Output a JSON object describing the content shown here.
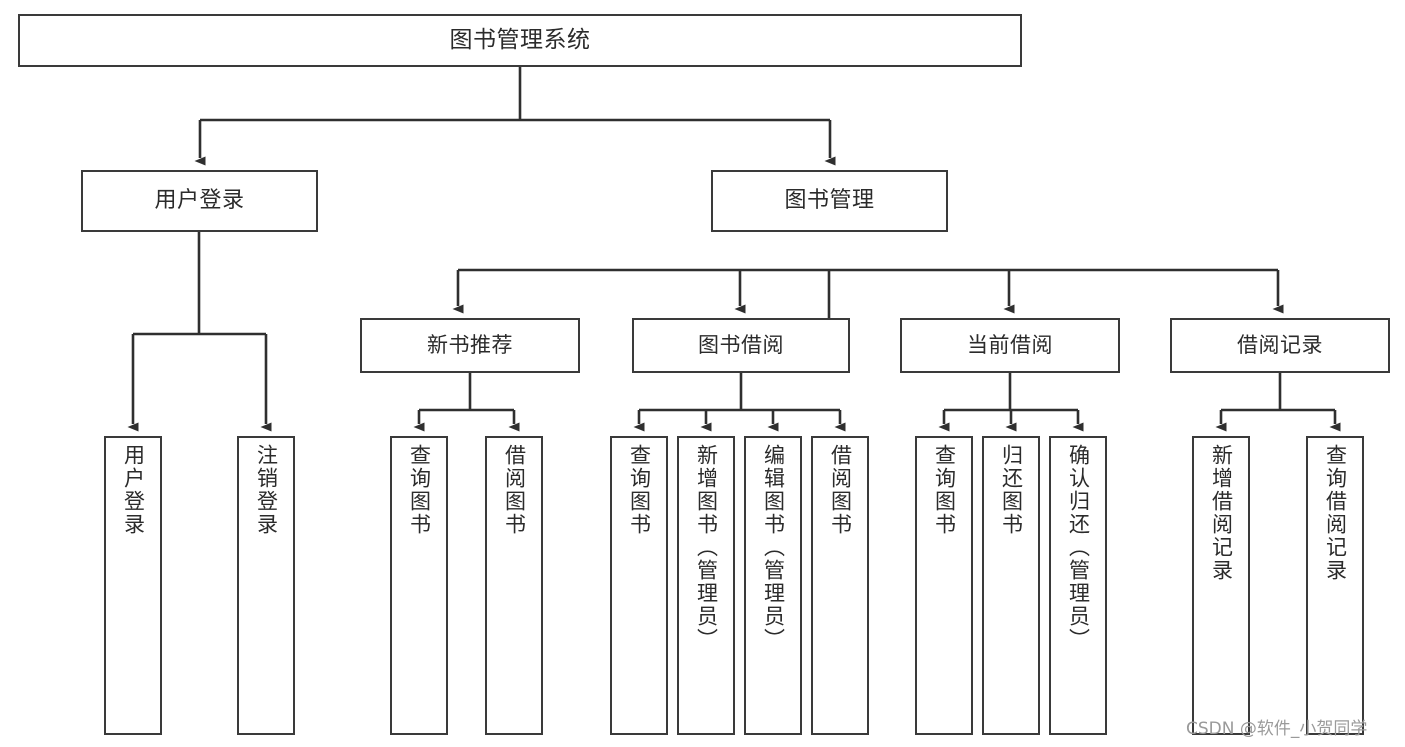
{
  "diagram": {
    "title": "图书管理系统",
    "type": "function-structure-tree",
    "watermark": "CSDN @软件_小贺同学",
    "colors": {
      "background": "#ffffff",
      "box_border": "#3a3a3a",
      "text": "#2b2b2b",
      "connector": "#2f2f2f",
      "watermark": "#9a9a9a"
    },
    "root": {
      "label": "图书管理系统"
    },
    "level1": [
      {
        "label": "用户登录"
      },
      {
        "label": "图书管理"
      }
    ],
    "level2": [
      {
        "label": "新书推荐"
      },
      {
        "label": "图书借阅"
      },
      {
        "label": "当前借阅"
      },
      {
        "label": "借阅记录"
      }
    ],
    "leaves": {
      "user_login": [
        {
          "label": "用户登录"
        },
        {
          "label": "注销登录"
        }
      ],
      "new_book_recommend": [
        {
          "label": "查询图书"
        },
        {
          "label": "借阅图书"
        }
      ],
      "book_borrow": [
        {
          "label": "查询图书"
        },
        {
          "label": "新增图书（管理员）"
        },
        {
          "label": "编辑图书（管理员）"
        },
        {
          "label": "借阅图书"
        }
      ],
      "current_borrow": [
        {
          "label": "查询图书"
        },
        {
          "label": "归还图书"
        },
        {
          "label": "确认归还（管理员）"
        }
      ],
      "borrow_record": [
        {
          "label": "新增借阅记录"
        },
        {
          "label": "查询借阅记录"
        }
      ]
    }
  }
}
